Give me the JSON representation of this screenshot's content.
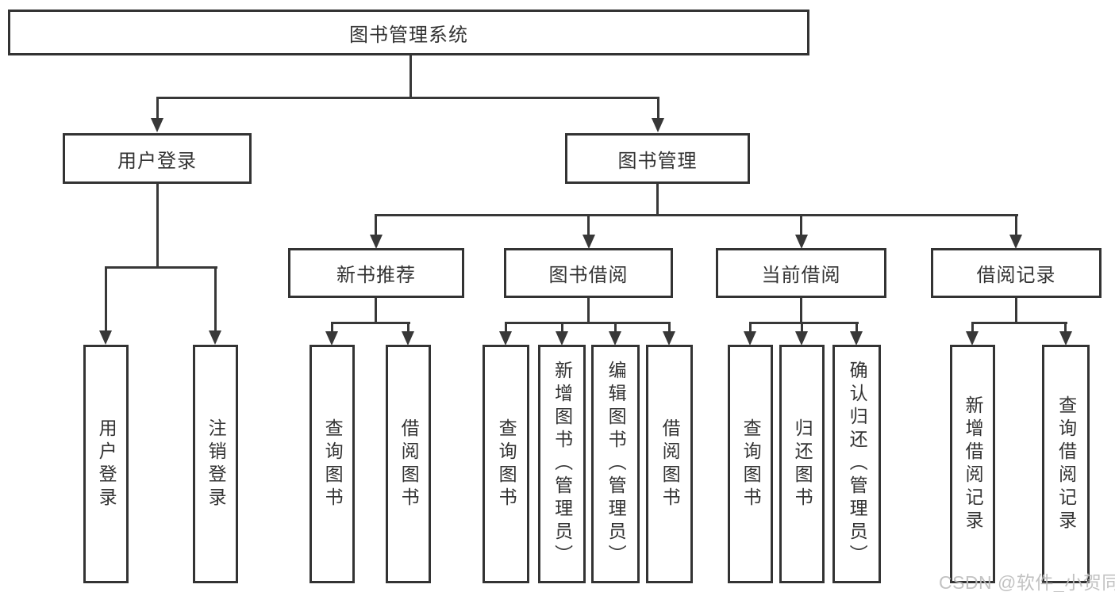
{
  "diagram": {
    "root": "图书管理系统",
    "branches": [
      {
        "label": "用户登录",
        "leaves": [
          "用户登录",
          "注销登录"
        ]
      },
      {
        "label": "图书管理",
        "groups": [
          {
            "label": "新书推荐",
            "leaves": [
              "查询图书",
              "借阅图书"
            ]
          },
          {
            "label": "图书借阅",
            "leaves": [
              "查询图书",
              "新增图书（管理员）",
              "编辑图书（管理员）",
              "借阅图书"
            ]
          },
          {
            "label": "当前借阅",
            "leaves": [
              "查询图书",
              "归还图书",
              "确认归还（管理员）"
            ]
          },
          {
            "label": "借阅记录",
            "leaves": [
              "新增借阅记录",
              "查询借阅记录"
            ]
          }
        ]
      }
    ]
  },
  "watermark": {
    "text": "CSDN @软件_小贺同学"
  },
  "colors": {
    "line": "#383838",
    "border": "#333333",
    "text": "#333333",
    "watermark": "#bdbdbd",
    "background": "#ffffff"
  }
}
